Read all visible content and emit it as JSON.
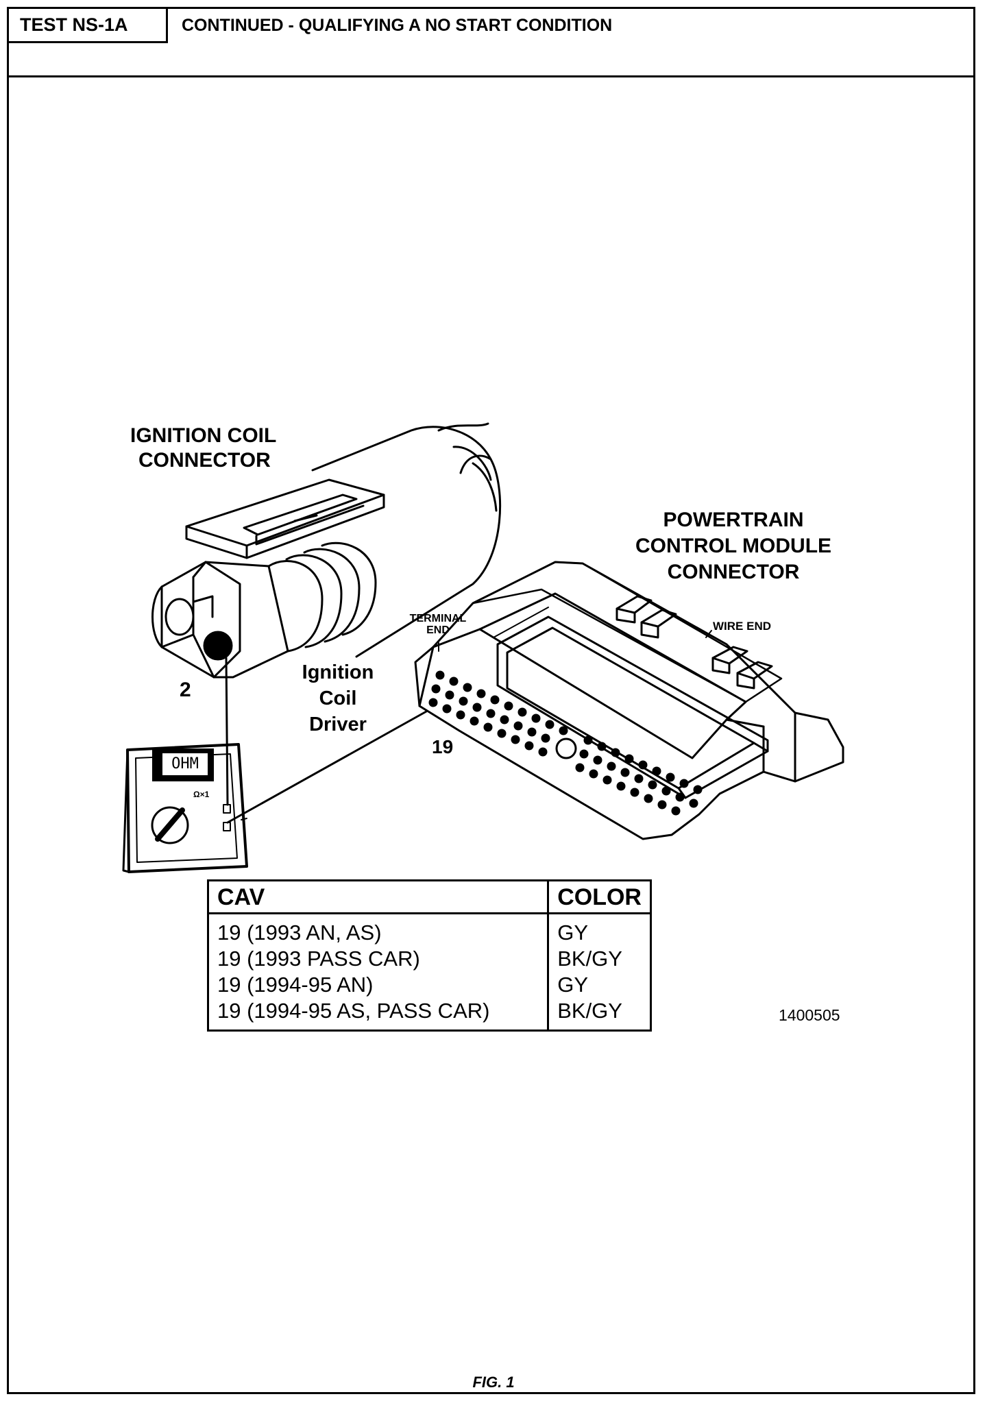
{
  "header": {
    "test_id": "TEST NS-1A",
    "title": "CONTINUED - QUALIFYING A NO START CONDITION"
  },
  "figure": {
    "labels": {
      "coil_connector_line1": "IGNITION COIL",
      "coil_connector_line2": "CONNECTOR",
      "pcm_line1": "POWERTRAIN",
      "pcm_line2": "CONTROL MODULE",
      "pcm_line3": "CONNECTOR",
      "terminal_end_line1": "TERMINAL",
      "terminal_end_line2": "END",
      "wire_end": "WIRE  END",
      "driver_line1": "Ignition",
      "driver_line2": "Coil",
      "driver_line3": "Driver",
      "pin_coil": "2",
      "pin_pcm": "19",
      "meter_display": "OHM",
      "meter_range": "Ω×1"
    },
    "figure_number": "1400505",
    "caption": "FIG. 1"
  },
  "table": {
    "headers": {
      "cav": "CAV",
      "color": "COLOR"
    },
    "rows": [
      {
        "cav": "19 (1993 AN, AS)",
        "color": "GY"
      },
      {
        "cav": "19 (1993 PASS CAR)",
        "color": "BK/GY"
      },
      {
        "cav": "19 (1994-95 AN)",
        "color": "GY"
      },
      {
        "cav": "19 (1994-95 AS, PASS CAR)",
        "color": "BK/GY"
      }
    ]
  }
}
